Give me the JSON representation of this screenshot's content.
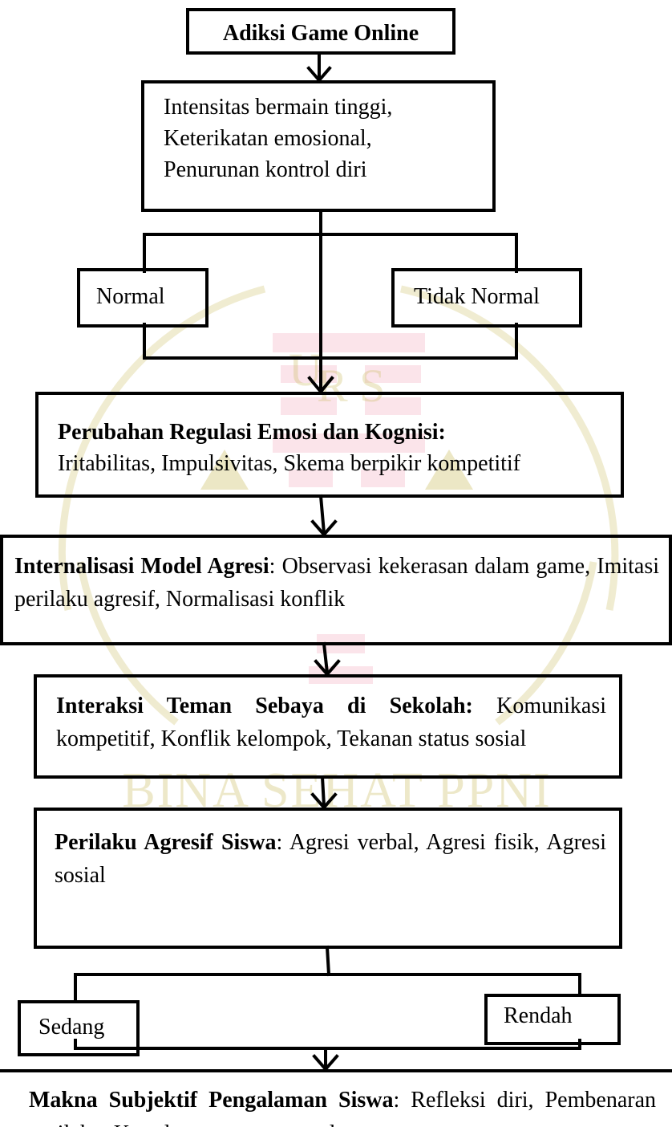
{
  "flowchart": {
    "title": "Adiksi Game Online",
    "addiction_traits": {
      "lines": [
        "Intensitas bermain tinggi,",
        "Keterikatan emosional,",
        "Penurunan kontrol diri"
      ]
    },
    "branch_1": {
      "left": "Normal",
      "right": "Tidak Normal"
    },
    "regulation": {
      "heading": "Perubahan Regulasi Emosi dan Kognisi:",
      "body": "Iritabilitas, Impulsivitas, Skema berpikir kompetitif"
    },
    "internalization": {
      "heading": "Internalisasi Model Agresi",
      "body": ": Observasi kekerasan dalam game, Imitasi perilaku agresif, Normalisasi konflik"
    },
    "peer_interaction": {
      "heading": "Interaksi Teman Sebaya di Sekolah:",
      "body": " Komunikasi kompetitif, Konflik kelompok, Tekanan status sosial"
    },
    "aggressive_behavior": {
      "heading": "Perilaku Agresif Siswa",
      "body": ": Agresi verbal, Agresi fisik, Agresi sosial"
    },
    "branch_2": {
      "left": "Sedang",
      "right": "Rendah"
    },
    "subjective_meaning": {
      "heading": "Makna Subjektif Pengalaman Siswa",
      "body": ": Refleksi diri, Pem­benaran perilaku, Kesadaran atau penyesalan"
    }
  },
  "watermark": {
    "text": "BINA SEHAT PPNI",
    "color": "#c8ba5a",
    "accent_color": "#f4b3c6"
  }
}
